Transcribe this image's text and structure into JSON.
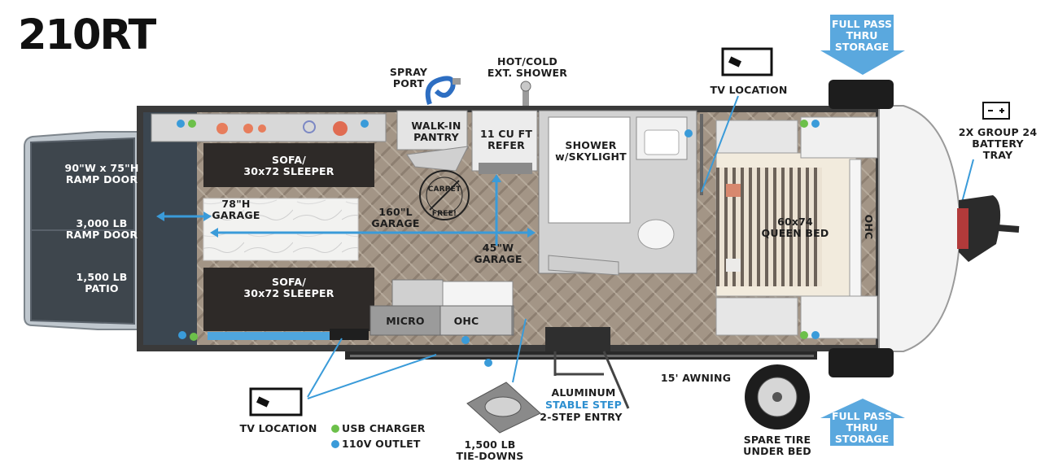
{
  "model": "210RT",
  "storage_top": {
    "line1": "FULL PASS",
    "line2": "THRU",
    "line3": "STORAGE"
  },
  "storage_bottom": {
    "line1": "FULL PASS",
    "line2": "THRU",
    "line3": "STORAGE"
  },
  "spray_port": {
    "line1": "SPRAY",
    "line2": "PORT"
  },
  "ext_shower": {
    "line1": "HOT/COLD",
    "line2": "EXT. SHOWER"
  },
  "tv_top": "TV LOCATION",
  "tv_bottom": "TV LOCATION",
  "battery": {
    "line1": "2X GROUP 24",
    "line2": "BATTERY",
    "line3": "TRAY"
  },
  "ramp_dims": {
    "line1": "90\"W x 75\"H",
    "line2": "RAMP DOOR"
  },
  "ramp_lb": {
    "line1": "3,000 LB",
    "line2": "RAMP DOOR"
  },
  "patio": {
    "line1": "1,500 LB",
    "line2": "PATIO"
  },
  "sofa_top": {
    "line1": "SOFA/",
    "line2": "30x72 SLEEPER"
  },
  "sofa_bottom": {
    "line1": "SOFA/",
    "line2": "30x72 SLEEPER"
  },
  "garage_h": {
    "line1": "78\"H",
    "line2": "GARAGE"
  },
  "garage_l": {
    "line1": "160\"L",
    "line2": "GARAGE"
  },
  "garage_w": {
    "line1": "45\"W",
    "line2": "GARAGE"
  },
  "pantry": {
    "line1": "WALK-IN",
    "line2": "PANTRY"
  },
  "refer": {
    "line1": "11 CU FT",
    "line2": "REFER"
  },
  "shower": {
    "line1": "SHOWER",
    "line2": "w/SKYLIGHT"
  },
  "carpet": {
    "line1": "CARPET",
    "line2": "FREE!"
  },
  "bed": {
    "line1": "60x74",
    "line2": "QUEEN BED"
  },
  "ohc_front": "OHC",
  "micro": "MICRO",
  "ohc_kitchen": "OHC",
  "awning": "15' AWNING",
  "aluminum": "ALUMINUM",
  "stable_step": "STABLE STEP",
  "entry": "2-STEP ENTRY",
  "tiedowns": {
    "line1": "1,500 LB",
    "line2": "TIE-DOWNS"
  },
  "spare_tire": {
    "line1": "SPARE TIRE",
    "line2": "UNDER BED"
  },
  "legend": {
    "usb": "USB CHARGER",
    "outlet": "110V OUTLET"
  },
  "colors": {
    "accent_blue": "#3a9bd9",
    "usb_green": "#6cc04a",
    "outlet_blue": "#3a9bd9",
    "storage_arrow": "#5aa8de"
  },
  "icons": [
    "tv-remote-icon",
    "spray-hose-icon",
    "shower-valve-icon",
    "battery-icon",
    "tire-icon",
    "tie-down-icon",
    "carpet-free-icon",
    "toilet-icon",
    "sink-icon",
    "steps-icon"
  ]
}
